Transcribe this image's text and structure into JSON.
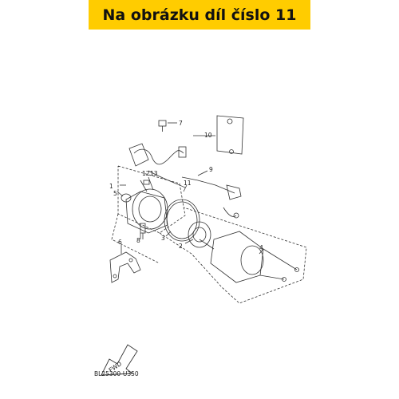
{
  "banner": {
    "text": "Na obrázku díl číslo 11",
    "background": "#ffcc00"
  },
  "diagram": {
    "callouts": [
      "1",
      "2",
      "3",
      "4",
      "5",
      "6",
      "7",
      "8",
      "9",
      "10",
      "11",
      "12",
      "13"
    ],
    "fwd_label": "FWD",
    "code": "BL25300-U350"
  }
}
